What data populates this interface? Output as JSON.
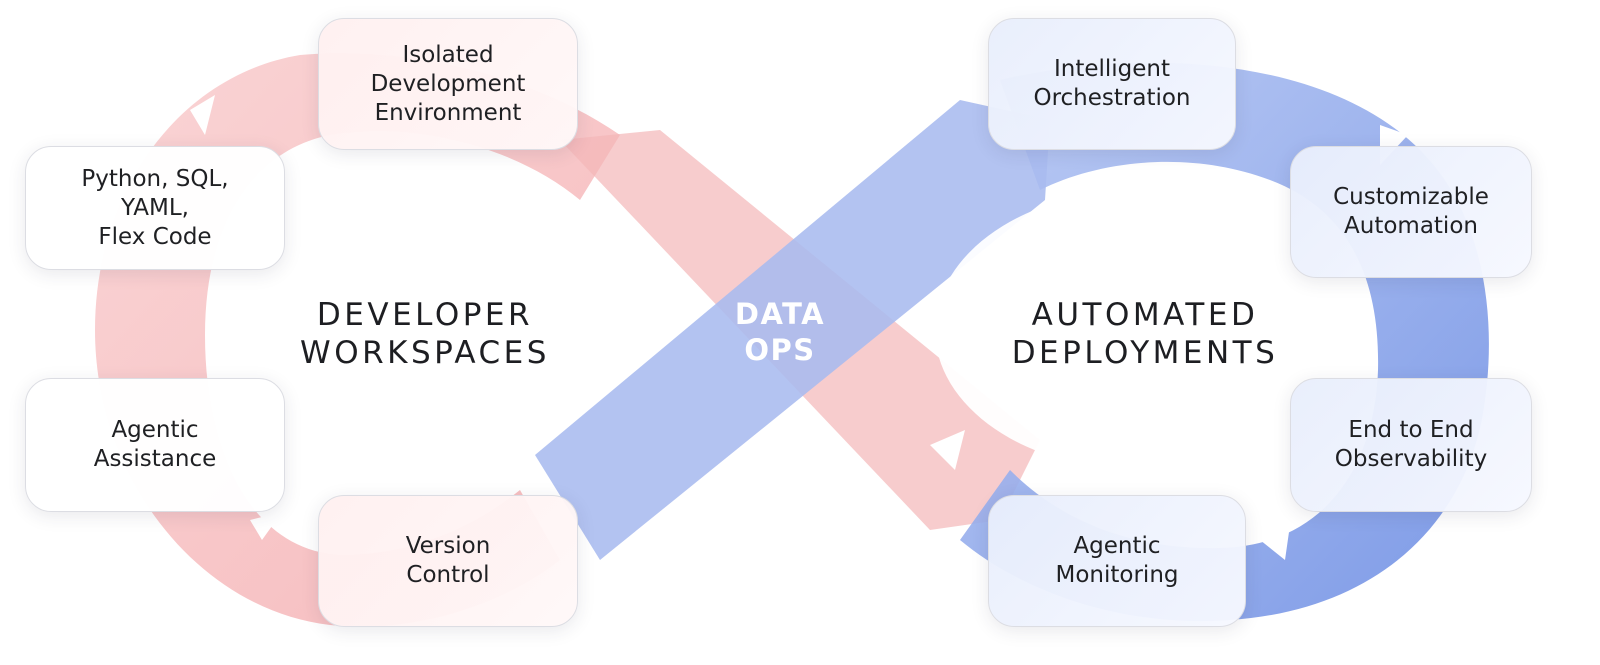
{
  "diagram": {
    "center_label": "DATA\nOPS",
    "left_hub": "DEVELOPER\nWORKSPACES",
    "right_hub": "AUTOMATED\nDEPLOYMENTS",
    "left_nodes": [
      {
        "label": "Isolated\nDevelopment\nEnvironment"
      },
      {
        "label": "Python, SQL,\nYAML,\nFlex Code"
      },
      {
        "label": "Agentic\nAssistance"
      },
      {
        "label": "Version\nControl"
      }
    ],
    "right_nodes": [
      {
        "label": "Intelligent\nOrchestration"
      },
      {
        "label": "Customizable\nAutomation"
      },
      {
        "label": "End to End\nObservability"
      },
      {
        "label": "Agentic\nMonitoring"
      }
    ],
    "colors": {
      "left_loop": "#f6b8b9",
      "right_loop": "#8fa8ec",
      "center_band": "#a9bbef",
      "text": "#1f2023"
    }
  }
}
